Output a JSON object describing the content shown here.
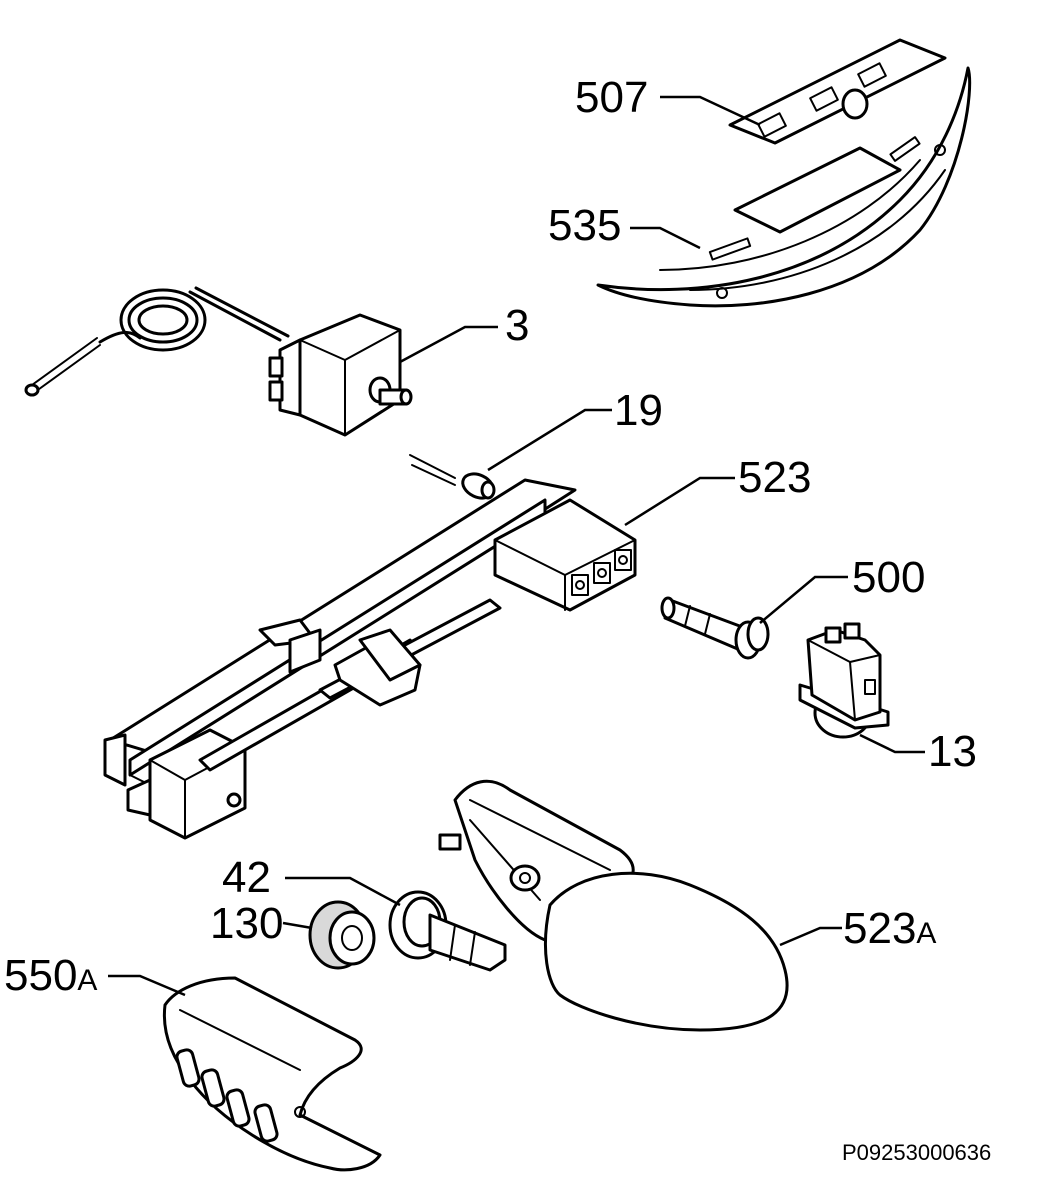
{
  "labels": {
    "p507": "507",
    "p535": "535",
    "p3": "3",
    "p19": "19",
    "p523": "523",
    "p500": "500",
    "p13": "13",
    "p42": "42",
    "p130": "130",
    "p523a_num": "523",
    "p523a_suffix": "A",
    "p550a_num": "550",
    "p550a_suffix": "A"
  },
  "drawing_code": "P09253000636"
}
